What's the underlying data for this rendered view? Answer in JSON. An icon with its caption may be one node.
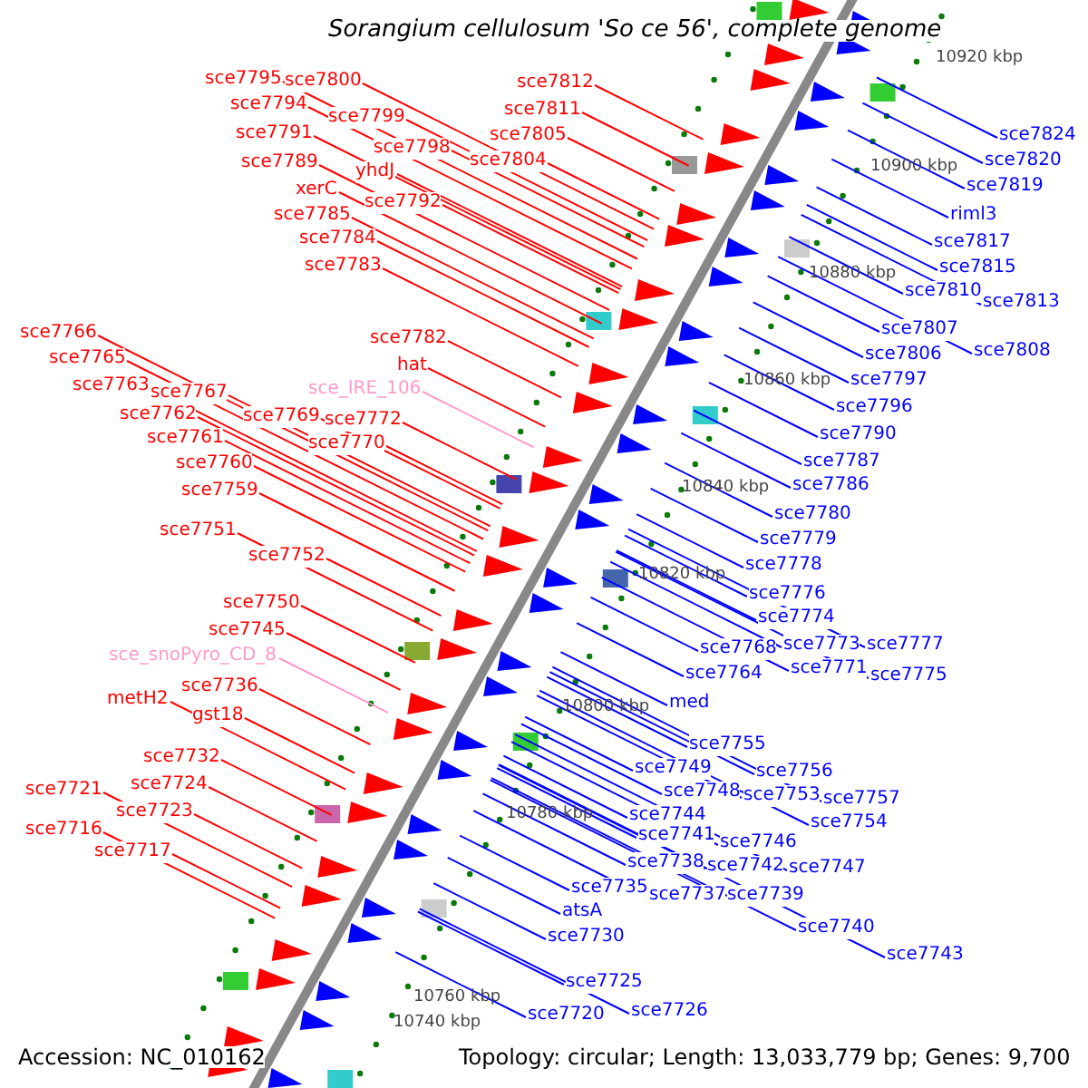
{
  "diagram": {
    "title": "Sorangium cellulosum 'So ce 56', complete genome",
    "nodes": [
      {
        "text": [
          "sce7795"
        ]
      },
      {
        "text": [
          "sce7800"
        ]
      },
      {
        "text": [
          "sce7812"
        ]
      },
      {
        "text": [
          "sce7794"
        ]
      },
      {
        "text": [
          "sce7799"
        ]
      },
      {
        "text": [
          "sce7811"
        ]
      },
      {
        "text": [
          "sce7791"
        ]
      },
      {
        "text": [
          "sce7798"
        ]
      },
      {
        "text": [
          "sce7805"
        ]
      },
      {
        "text": [
          "sce7789"
        ]
      },
      {
        "text": [
          "yhdJ"
        ]
      },
      {
        "text": [
          "sce7804"
        ]
      },
      {
        "text": [
          "xerC"
        ]
      },
      {
        "text": [
          "sce7792"
        ]
      },
      {
        "text": [
          "sce7785"
        ]
      },
      {
        "text": [
          "sce7784"
        ]
      },
      {
        "text": [
          "sce7783"
        ]
      },
      {
        "text": [
          "sce7782"
        ]
      },
      {
        "text": [
          "hat"
        ]
      },
      {
        "text": [
          "sce_IRE_106"
        ]
      },
      {
        "text": [
          "sce7766"
        ]
      },
      {
        "text": [
          "sce7765"
        ]
      },
      {
        "text": [
          "sce7763"
        ]
      },
      {
        "text": [
          "sce7767"
        ]
      },
      {
        "text": [
          "sce7762"
        ]
      },
      {
        "text": [
          "sce7769"
        ]
      },
      {
        "text": [
          "sce7772"
        ]
      },
      {
        "text": [
          "sce7761"
        ]
      },
      {
        "text": [
          "sce7770"
        ]
      },
      {
        "text": [
          "sce7760"
        ]
      },
      {
        "text": [
          "sce7759"
        ]
      },
      {
        "text": [
          "sce7751"
        ]
      },
      {
        "text": [
          "sce7752"
        ]
      },
      {
        "text": [
          "sce7750"
        ]
      },
      {
        "text": [
          "sce7745"
        ]
      },
      {
        "text": [
          "sce_snoPyro_CD_8"
        ]
      },
      {
        "text": [
          "sce7736"
        ]
      },
      {
        "text": [
          "metH2"
        ]
      },
      {
        "text": [
          "gst18"
        ]
      },
      {
        "text": [
          "sce7732"
        ]
      },
      {
        "text": [
          "sce7724"
        ]
      },
      {
        "text": [
          "sce7721"
        ]
      },
      {
        "text": [
          "sce7723"
        ]
      },
      {
        "text": [
          "sce7716"
        ]
      },
      {
        "text": [
          "sce7717"
        ]
      },
      {
        "text": [
          "sce7824"
        ]
      },
      {
        "text": [
          "sce7820"
        ]
      },
      {
        "text": [
          "sce7819"
        ]
      },
      {
        "text": [
          "riml3"
        ]
      },
      {
        "text": [
          "sce7817"
        ]
      },
      {
        "text": [
          "sce7815"
        ]
      },
      {
        "text": [
          "sce7810"
        ]
      },
      {
        "text": [
          "sce7813"
        ]
      },
      {
        "text": [
          "sce7807"
        ]
      },
      {
        "text": [
          "sce7808"
        ]
      },
      {
        "text": [
          "sce7806"
        ]
      },
      {
        "text": [
          "sce7797"
        ]
      },
      {
        "text": [
          "sce7796"
        ]
      },
      {
        "text": [
          "sce7790"
        ]
      },
      {
        "text": [
          "sce7787"
        ]
      },
      {
        "text": [
          "sce7786"
        ]
      },
      {
        "text": [
          "sce7780"
        ]
      },
      {
        "text": [
          "sce7779"
        ]
      },
      {
        "text": [
          "sce7778"
        ]
      },
      {
        "text": [
          "sce7776"
        ]
      },
      {
        "text": [
          "sce7774"
        ]
      },
      {
        "text": [
          "sce7768"
        ]
      },
      {
        "text": [
          "sce7773"
        ]
      },
      {
        "text": [
          "sce7777"
        ]
      },
      {
        "text": [
          "sce7771"
        ]
      },
      {
        "text": [
          "sce7775"
        ]
      },
      {
        "text": [
          "sce7764"
        ]
      },
      {
        "text": [
          "med"
        ]
      },
      {
        "text": [
          "sce7755"
        ]
      },
      {
        "text": [
          "sce7749"
        ]
      },
      {
        "text": [
          "sce7756"
        ]
      },
      {
        "text": [
          "sce7748"
        ]
      },
      {
        "text": [
          "sce7753"
        ]
      },
      {
        "text": [
          "sce7757"
        ]
      },
      {
        "text": [
          "sce7744"
        ]
      },
      {
        "text": [
          "sce7754"
        ]
      },
      {
        "text": [
          "sce7741"
        ]
      },
      {
        "text": [
          "sce7746"
        ]
      },
      {
        "text": [
          "sce7738"
        ]
      },
      {
        "text": [
          "sce7742"
        ]
      },
      {
        "text": [
          "sce7747"
        ]
      },
      {
        "text": [
          "sce7735"
        ]
      },
      {
        "text": [
          "sce7737"
        ]
      },
      {
        "text": [
          "sce7739"
        ]
      },
      {
        "text": [
          "atsA"
        ]
      },
      {
        "text": [
          "sce7740"
        ]
      },
      {
        "text": [
          "sce7730"
        ]
      },
      {
        "text": [
          "sce7743"
        ]
      },
      {
        "text": [
          "sce7725"
        ]
      },
      {
        "text": [
          "sce7726"
        ]
      },
      {
        "text": [
          "sce7720"
        ]
      }
    ],
    "edges": [
      {
        "from": 0,
        "to": null,
        "arrow": "none",
        "color": "#ff0000"
      },
      {
        "from": 1,
        "to": null,
        "arrow": "none",
        "color": "#ff0000"
      },
      {
        "from": 2,
        "to": null,
        "arrow": "none",
        "color": "#ff0000"
      },
      {
        "from": 3,
        "to": null,
        "arrow": "none",
        "color": "#ff0000"
      },
      {
        "from": 4,
        "to": null,
        "arrow": "none",
        "color": "#ff0000"
      },
      {
        "from": 5,
        "to": null,
        "arrow": "none",
        "color": "#ff0000"
      },
      {
        "from": 6,
        "to": null,
        "arrow": "none",
        "color": "#ff0000"
      },
      {
        "from": 7,
        "to": null,
        "arrow": "none",
        "color": "#ff0000"
      },
      {
        "from": 8,
        "to": null,
        "arrow": "none",
        "color": "#ff0000"
      },
      {
        "from": 9,
        "to": null,
        "arrow": "none",
        "color": "#ff0000"
      },
      {
        "from": 10,
        "to": null,
        "arrow": "none",
        "color": "#ff0000"
      },
      {
        "from": 11,
        "to": null,
        "arrow": "none",
        "color": "#ff0000"
      },
      {
        "from": 12,
        "to": null,
        "arrow": "none",
        "color": "#ff0000"
      },
      {
        "from": 13,
        "to": null,
        "arrow": "none",
        "color": "#ff0000"
      },
      {
        "from": 14,
        "to": null,
        "arrow": "none",
        "color": "#ff0000"
      },
      {
        "from": 15,
        "to": null,
        "arrow": "none",
        "color": "#ff0000"
      },
      {
        "from": 16,
        "to": null,
        "arrow": "none",
        "color": "#ff0000"
      },
      {
        "from": 17,
        "to": null,
        "arrow": "none",
        "color": "#ff0000"
      },
      {
        "from": 18,
        "to": null,
        "arrow": "none",
        "color": "#ff0000"
      },
      {
        "from": 19,
        "to": null,
        "arrow": "none",
        "color": "#ff99cc"
      },
      {
        "from": 20,
        "to": null,
        "arrow": "none",
        "color": "#ff0000"
      },
      {
        "from": 21,
        "to": null,
        "arrow": "none",
        "color": "#ff0000"
      },
      {
        "from": 22,
        "to": null,
        "arrow": "none",
        "color": "#ff0000"
      },
      {
        "from": 23,
        "to": null,
        "arrow": "none",
        "color": "#ff0000"
      },
      {
        "from": 24,
        "to": null,
        "arrow": "none",
        "color": "#ff0000"
      },
      {
        "from": 25,
        "to": null,
        "arrow": "none",
        "color": "#ff0000"
      },
      {
        "from": 26,
        "to": null,
        "arrow": "none",
        "color": "#ff0000"
      },
      {
        "from": 27,
        "to": null,
        "arrow": "none",
        "color": "#ff0000"
      },
      {
        "from": 28,
        "to": null,
        "arrow": "none",
        "color": "#ff0000"
      },
      {
        "from": 29,
        "to": null,
        "arrow": "none",
        "color": "#ff0000"
      },
      {
        "from": 30,
        "to": null,
        "arrow": "none",
        "color": "#ff0000"
      },
      {
        "from": 31,
        "to": null,
        "arrow": "none",
        "color": "#ff0000"
      },
      {
        "from": 32,
        "to": null,
        "arrow": "none",
        "color": "#ff0000"
      },
      {
        "from": 33,
        "to": null,
        "arrow": "none",
        "color": "#ff0000"
      },
      {
        "from": 34,
        "to": null,
        "arrow": "none",
        "color": "#ff0000"
      },
      {
        "from": 35,
        "to": null,
        "arrow": "none",
        "color": "#ff99cc"
      },
      {
        "from": 36,
        "to": null,
        "arrow": "none",
        "color": "#ff0000"
      },
      {
        "from": 37,
        "to": null,
        "arrow": "none",
        "color": "#ff0000"
      },
      {
        "from": 38,
        "to": null,
        "arrow": "none",
        "color": "#ff0000"
      },
      {
        "from": 39,
        "to": null,
        "arrow": "none",
        "color": "#ff0000"
      },
      {
        "from": 40,
        "to": null,
        "arrow": "none",
        "color": "#ff0000"
      },
      {
        "from": 41,
        "to": null,
        "arrow": "none",
        "color": "#ff0000"
      },
      {
        "from": 42,
        "to": null,
        "arrow": "none",
        "color": "#ff0000"
      },
      {
        "from": 43,
        "to": null,
        "arrow": "none",
        "color": "#ff0000"
      },
      {
        "from": 44,
        "to": null,
        "arrow": "none",
        "color": "#ff0000"
      },
      {
        "from": 45,
        "to": null,
        "arrow": "none"
      },
      {
        "from": 46,
        "to": null,
        "arrow": "none"
      },
      {
        "from": 47,
        "to": null,
        "arrow": "none"
      },
      {
        "from": 48,
        "to": null,
        "arrow": "none"
      },
      {
        "from": 49,
        "to": null,
        "arrow": "none"
      },
      {
        "from": 50,
        "to": null,
        "arrow": "none"
      },
      {
        "from": 51,
        "to": null,
        "arrow": "none"
      },
      {
        "from": 52,
        "to": null,
        "arrow": "none"
      },
      {
        "from": 53,
        "to": null,
        "arrow": "none"
      },
      {
        "from": 54,
        "to": null,
        "arrow": "none"
      },
      {
        "from": 55,
        "to": null,
        "arrow": "none"
      },
      {
        "from": 56,
        "to": null,
        "arrow": "none"
      },
      {
        "from": 57,
        "to": null,
        "arrow": "none"
      },
      {
        "from": 58,
        "to": null,
        "arrow": "none"
      },
      {
        "from": 59,
        "to": null,
        "arrow": "none"
      },
      {
        "from": 60,
        "to": null,
        "arrow": "none"
      },
      {
        "from": 61,
        "to": null,
        "arrow": "none"
      },
      {
        "from": 62,
        "to": null,
        "arrow": "none"
      },
      {
        "from": 63,
        "to": null,
        "arrow": "none"
      },
      {
        "from": 64,
        "to": null,
        "arrow": "none"
      },
      {
        "from": 65,
        "to": null,
        "arrow": "none"
      },
      {
        "from": 66,
        "to": null,
        "arrow": "none"
      },
      {
        "from": 67,
        "to": null,
        "arrow": "none"
      },
      {
        "from": 68,
        "to": null,
        "arrow": "none"
      },
      {
        "from": 69,
        "to": null,
        "arrow": "none"
      },
      {
        "from": 70,
        "to": null,
        "arrow": "none"
      },
      {
        "from": 71,
        "to": null,
        "arrow": "none"
      },
      {
        "from": 72,
        "to": null,
        "arrow": "none"
      },
      {
        "from": 73,
        "to": null,
        "arrow": "none"
      },
      {
        "from": 74,
        "to": null,
        "arrow": "none"
      },
      {
        "from": 75,
        "to": null,
        "arrow": "none"
      },
      {
        "from": 76,
        "to": null,
        "arrow": "none"
      },
      {
        "from": 77,
        "to": null,
        "arrow": "none"
      },
      {
        "from": 78,
        "to": null,
        "arrow": "none"
      },
      {
        "from": 79,
        "to": null,
        "arrow": "none"
      },
      {
        "from": 80,
        "to": null,
        "arrow": "none"
      },
      {
        "from": 81,
        "to": null,
        "arrow": "none"
      },
      {
        "from": 82,
        "to": null,
        "arrow": "none"
      },
      {
        "from": 83,
        "to": null,
        "arrow": "none"
      },
      {
        "from": 84,
        "to": null,
        "arrow": "none"
      },
      {
        "from": 85,
        "to": null,
        "arrow": "none"
      },
      {
        "from": 86,
        "to": null,
        "arrow": "none"
      },
      {
        "from": 87,
        "to": null,
        "arrow": "none"
      },
      {
        "from": 88,
        "to": null,
        "arrow": "none"
      },
      {
        "from": 89,
        "to": null,
        "arrow": "none"
      },
      {
        "from": 90,
        "to": null,
        "arrow": "none"
      },
      {
        "from": 91,
        "to": null,
        "arrow": "none"
      },
      {
        "from": 92,
        "to": null,
        "arrow": "none"
      },
      {
        "from": 93,
        "to": null,
        "arrow": "none"
      },
      {
        "from": 94,
        "to": null,
        "arrow": "none"
      },
      {
        "from": 95,
        "to": null,
        "arrow": "none"
      }
    ],
    "labels": [
      "10920 kbp",
      "10900 kbp",
      "10880 kbp",
      "10860 kbp",
      "10840 kbp",
      "10820 kbp",
      "10800 kbp",
      "10780 kbp",
      "10760 kbp",
      "10740 kbp",
      "Accession: NC_010162",
      "Topology: circular; Length: 13,033,779 bp; Genes: 9,700"
    ]
  }
}
